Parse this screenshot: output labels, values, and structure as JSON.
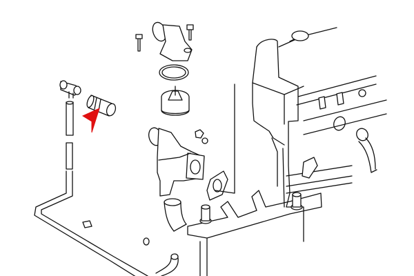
{
  "diagram": {
    "colors": {
      "background": "#ffffff",
      "line": "#111111",
      "pointer_arrow": "#e01010"
    },
    "parts": [
      "coolant-hose-t-piece",
      "bypass-hose",
      "straight-hose",
      "long-return-pipe",
      "thermostat-cover",
      "bolt",
      "o-ring-seal",
      "thermostat",
      "thermostat-housing",
      "gasket",
      "elbow-hose",
      "lower-hose",
      "engine-block",
      "fuel-rail-bracket",
      "sealing-ring",
      "hose-fitting",
      "nut"
    ],
    "highlighted_part": "bypass-hose"
  }
}
